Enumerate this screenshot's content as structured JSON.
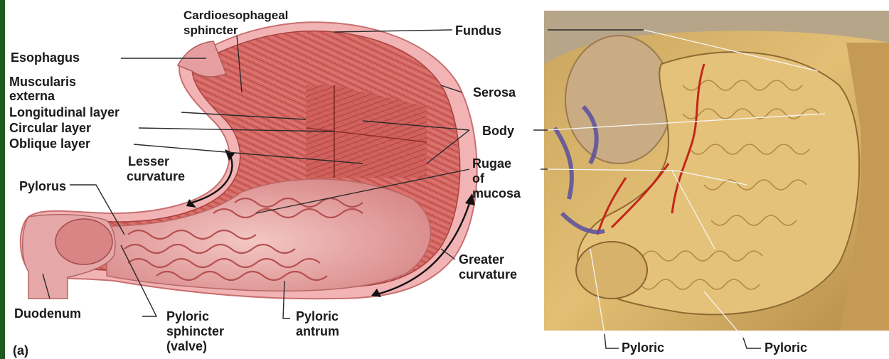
{
  "panel_label": "(a)",
  "labels": {
    "cardioesophageal": "Cardioesophageal",
    "sphincter": "sphincter",
    "fundus": "Fundus",
    "esophagus": "Esophagus",
    "muscularis": "Muscularis",
    "externa": "externa",
    "longitudinal": "Longitudinal layer",
    "circular": "Circular layer",
    "oblique": "Oblique layer",
    "serosa": "Serosa",
    "body": "Body",
    "lesser1": "Lesser",
    "lesser2": "curvature",
    "rugae1": "Rugae",
    "rugae2": "of",
    "rugae3": "mucosa",
    "pylorus": "Pylorus",
    "greater1": "Greater",
    "greater2": "curvature",
    "duodenum": "Duodenum",
    "pyloric_sph1": "Pyloric",
    "pyloric_sph2": "sphincter",
    "pyloric_sph3": "(valve)",
    "pyloric_antrum1": "Pyloric",
    "pyloric_antrum2": "antrum",
    "photo_pyloric_left": "Pyloric",
    "photo_pyloric_right": "Pyloric"
  },
  "colors": {
    "muscle": "#d9706a",
    "mucosa": "#e99a99",
    "serosa": "#f4b4b6",
    "photo_bg": "#d7b46a"
  }
}
